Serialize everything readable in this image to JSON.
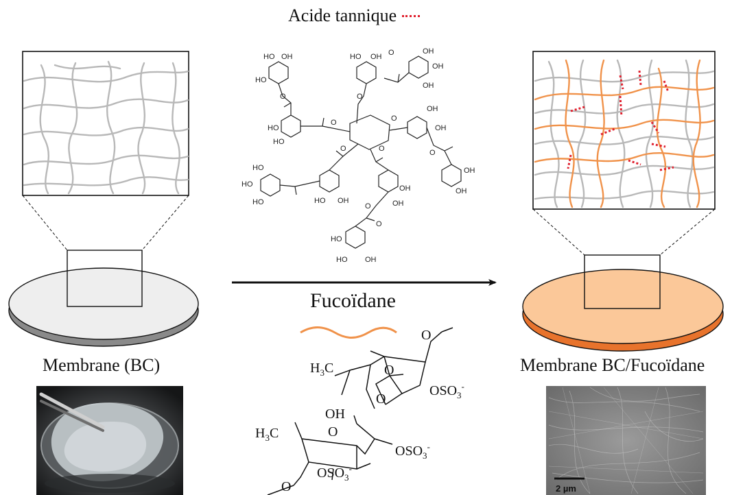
{
  "title_tannic": "Acide tannique",
  "title_fucoidan": "Fucoïdane",
  "label_membrane_bc": "Membrane (BC)",
  "label_membrane_bcf": "Membrane BC/Fucoïdane",
  "scale_bar": "2 µm",
  "chem": {
    "oh": "OH",
    "ho": "HO",
    "o": "O",
    "h3c_h": "H",
    "h3c_3": "3",
    "h3c_c": "C",
    "so3_o": "OSO",
    "so3_3": "3",
    "so3_minus": "-"
  },
  "colors": {
    "fiber_gray": "#b8b8b8",
    "fiber_orange": "#f0924a",
    "crosslink_red": "#e0202e",
    "disk_gray_top": "#eeeeee",
    "disk_gray_side": "#8a8a8a",
    "disk_orange_top": "#fbc899",
    "disk_orange_side": "#e8732c"
  }
}
